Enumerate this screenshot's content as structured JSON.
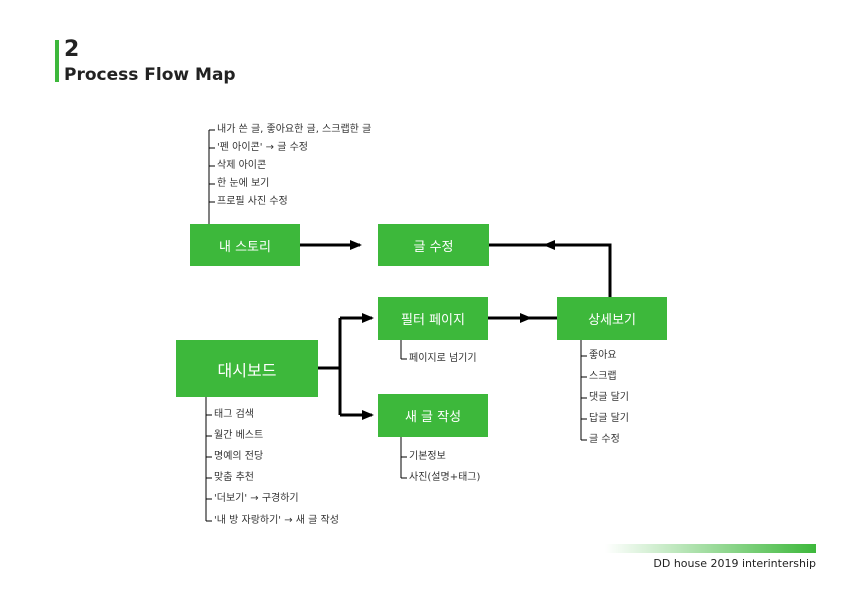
{
  "header": {
    "number": "2",
    "title": "Process Flow Map"
  },
  "nodes": {
    "my_story": "내 스토리",
    "edit_post": "글 수정",
    "filter_page": "필터 페이지",
    "detail_view": "상세보기",
    "dashboard": "대시보드",
    "new_post": "새 글 작성"
  },
  "my_story_items": [
    "내가 쓴 글, 좋아요한 글, 스크랩한 글",
    "'펜 아이콘' → 글 수정",
    "삭제 아이콘",
    "한 눈에 보기",
    "프로필 사진 수정"
  ],
  "filter_items": [
    "페이지로 넘기기"
  ],
  "detail_items": [
    "좋아요",
    "스크랩",
    "댓글 달기",
    "답글 달기",
    "글 수정"
  ],
  "dashboard_items": [
    "태그 검색",
    "월간 베스트",
    "명예의 전당",
    "맞춤 추천",
    "'더보기' → 구경하기",
    "'내 방 자랑하기' → 새 글 작성"
  ],
  "new_post_items": [
    "기본정보",
    "사진(설명+태그)"
  ],
  "footer": "DD house 2019 interintership",
  "colors": {
    "accent": "#3db83b",
    "line": "#000000"
  }
}
